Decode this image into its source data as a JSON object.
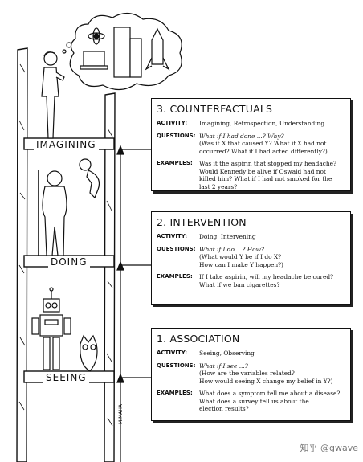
{
  "boxes": [
    {
      "title": "3. COUNTERFACTUALS",
      "activity_label": "ACTIVITY:",
      "activity": "Imagining, Retrospection, Understanding",
      "questions_label": "QUESTIONS:",
      "questions_lead": "What if I had done ...? Why?",
      "questions": [
        "(Was it X that caused Y? What if X had not",
        "occurred? What if I had acted differently?)"
      ],
      "examples_label": "EXAMPLES:",
      "examples": [
        "Was it the aspirin that stopped my headache?",
        "Would Kennedy be alive if Oswald had not",
        "killed him? What if I had not smoked for the",
        "last 2 years?"
      ]
    },
    {
      "title": "2. INTERVENTION",
      "activity_label": "ACTIVITY:",
      "activity": "Doing, Intervening",
      "questions_label": "QUESTIONS:",
      "questions_lead": "What if I do ...? How?",
      "questions": [
        "(What would Y be if I do X?",
        "How can I make Y happen?)"
      ],
      "examples_label": "EXAMPLES:",
      "examples": [
        "If I take aspirin, will my headache be cured?",
        "What if we ban cigarettes?"
      ]
    },
    {
      "title": "1. ASSOCIATION",
      "activity_label": "ACTIVITY:",
      "activity": "Seeing, Observing",
      "questions_label": "QUESTIONS:",
      "questions_lead": "What if I see ...?",
      "questions": [
        "(How are the variables related?",
        "How would seeing X change my belief in Y?)"
      ],
      "examples_label": "EXAMPLES:",
      "examples": [
        "What does a symptom tell me about a disease?",
        "What does a survey tell us about the",
        "election results?"
      ]
    }
  ],
  "rungs": [
    "IMAGINING",
    "DOING",
    "SEEING"
  ],
  "signature": "M.MAHA",
  "watermark": "知乎 @gwave"
}
